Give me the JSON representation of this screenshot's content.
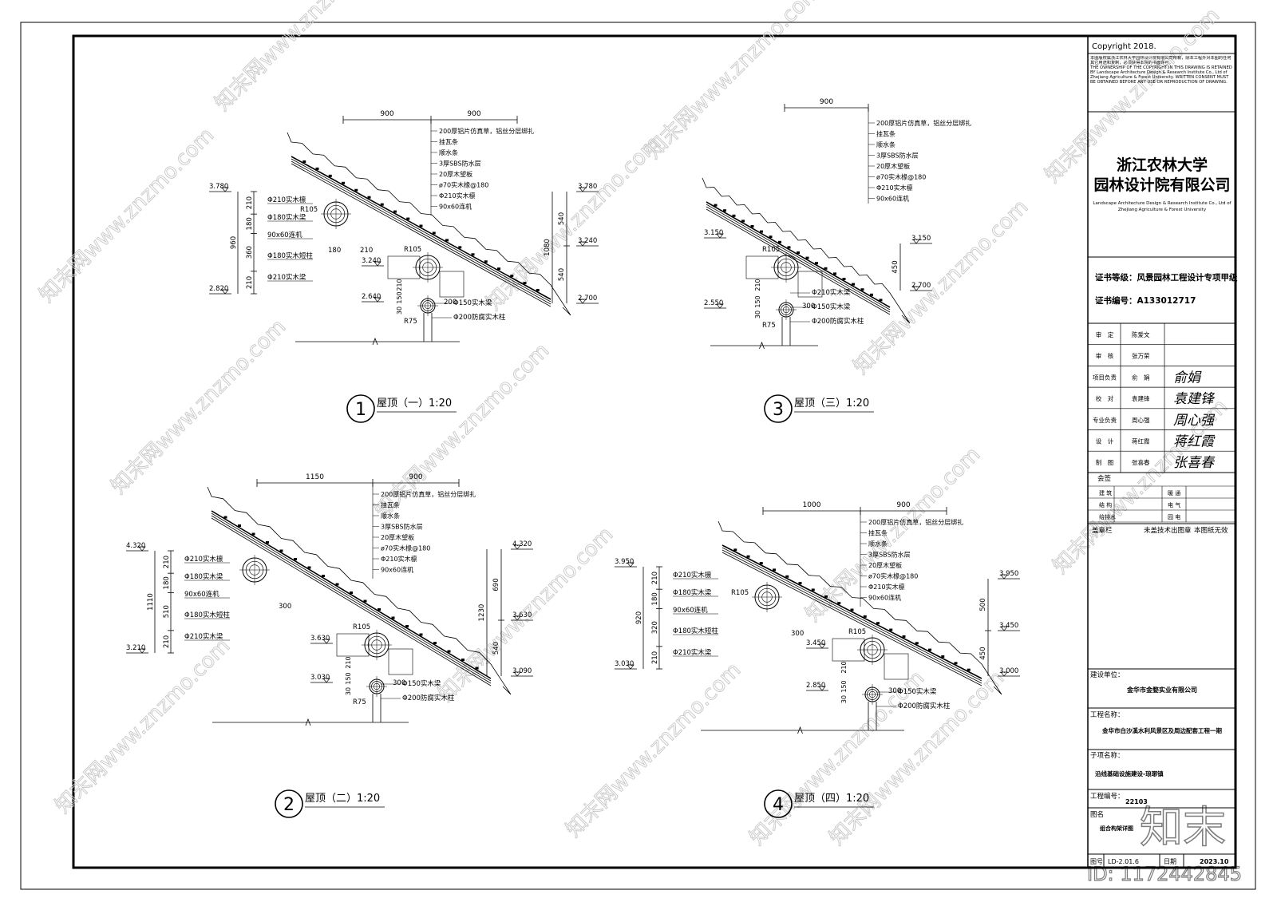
{
  "copyright": "Copyright 2018.",
  "copyright_notice_cn": "本图版权属浙江农林大学园林设计院有限公司所有，除本工程外对本图的任何其它用途和复制，必须获得本院的书面许可。",
  "copyright_notice_en": "THE OWNERSHIP OF THE COPYRIGHT IN THIS DRAWING IS RETAINED BY Landscape Architecture Design & Research Institute Co., Ltd of Zhejiang Agriculture & Forest University. WRITTEN CONSENT MUST BE OBTAINED BEFORE ANY USE OR REPRODUCTION OF DRAWING.",
  "company": {
    "name_line1": "浙江农林大学",
    "name_line2": "园林设计院有限公司",
    "en_line1": "Landscape Architecture Design & Research Institute Co., Ltd of",
    "en_line2": "Zhejiang Agriculture & Forest University"
  },
  "cert": {
    "level": "证书等级：风景园林工程设计专项甲级",
    "number": "证书编号：A133012717"
  },
  "signoff": [
    {
      "role": "审　定",
      "name": "陈爱文",
      "sig": ""
    },
    {
      "role": "审　核",
      "name": "张万荣",
      "sig": ""
    },
    {
      "role": "项目负责",
      "name": "俞　娟",
      "sig": "俞娟"
    },
    {
      "role": "校　对",
      "name": "袁建锋",
      "sig": "袁建锋"
    },
    {
      "role": "专业负责",
      "name": "周心强",
      "sig": "周心强"
    },
    {
      "role": "设　计",
      "name": "蒋红霞",
      "sig": "蒋红霞"
    },
    {
      "role": "制　图",
      "name": "张喜春",
      "sig": "张喜春"
    }
  ],
  "huiqian": {
    "title": "会签",
    "rows": [
      [
        "建 筑",
        "暖 通"
      ],
      [
        "结 构",
        "电 气"
      ],
      [
        "给排水",
        "园 电"
      ]
    ]
  },
  "stamp": {
    "label": "盖章栏",
    "note1": "未盖技术出图章",
    "note2": "本图纸无效"
  },
  "client": {
    "label": "建设单位：",
    "value": "金华市金婺实业有限公司"
  },
  "project": {
    "label": "工程名称：",
    "value": "金华市白沙溪水利风景区及周边配套工程一期"
  },
  "subproject": {
    "label": "子项名称：",
    "value": "沿线基础设施建设-琅琊镇"
  },
  "project_no": {
    "label": "工程编号：",
    "value": "22103"
  },
  "drawing_name": {
    "label": "图名",
    "value": "组合构架详图"
  },
  "drawing_no": {
    "label": "图号",
    "value": "LD-2.01.6"
  },
  "date": {
    "label": "日期",
    "value": "2023.10"
  },
  "watermark": {
    "logo": "知末",
    "id": "ID: 1172442845",
    "repeat": "知末网www.znzmo.com"
  },
  "details": [
    {
      "num": "1",
      "title": "屋顶（一）1:20",
      "dims_top": [
        "900",
        "900"
      ],
      "layers": [
        "200厚铝片仿真草，铝丝分层绑扎",
        "挂瓦条",
        "顺水条",
        "3厚SBS防水层",
        "20厚木望板",
        "ø70实木椽@180",
        "Φ210实木檩",
        "90x60连机"
      ],
      "left_labels": [
        "Φ210实木檩",
        "Φ180实木梁",
        "90x60连机",
        "Φ180实木短柱",
        "Φ210实木梁"
      ],
      "right_labels": [
        "Φ150实木梁",
        "Φ200防腐实木柱"
      ],
      "elev_left_top": "3.780",
      "elev_left_bottom": "2.820",
      "elev_mid": "3.240",
      "elev_low": "2.640",
      "elev_right_top": "3.780",
      "elev_right_mid": "3.240",
      "elev_right_bottom": "2.700",
      "vdims_left": [
        "210",
        "180",
        "360",
        "210"
      ],
      "vdim_left_total": "960",
      "vdims_right": [
        "540",
        "540"
      ],
      "vdim_right_total": "1080",
      "r_top": "R105",
      "r_mid": "R105",
      "r_low": "R75",
      "d180": "180",
      "d210": "210",
      "d200": "200",
      "v210": "210",
      "v150": "150",
      "v30": "30"
    },
    {
      "num": "2",
      "title": "屋顶（二）1:20",
      "dims_top": [
        "1150",
        "900"
      ],
      "layers": [
        "200厚铝片仿真草，铝丝分层绑扎",
        "挂瓦条",
        "顺水条",
        "3厚SBS防水层",
        "20厚木望板",
        "ø70实木椽@180",
        "Φ210实木檩",
        "90x60连机"
      ],
      "left_labels": [
        "Φ210实木檩",
        "Φ180实木梁",
        "90x60连机",
        "Φ180实木短柱",
        "Φ210实木梁"
      ],
      "right_labels": [
        "Φ150实木梁",
        "Φ200防腐实木柱"
      ],
      "elev_left_top": "4.320",
      "elev_left_bottom": "3.210",
      "elev_mid": "3.630",
      "elev_low": "3.030",
      "elev_right_top": "4.320",
      "elev_right_mid": "3.630",
      "elev_right_bottom": "3.090",
      "vdims_left": [
        "210",
        "180",
        "510",
        "210"
      ],
      "vdim_left_total": "1110",
      "vdims_right": [
        "690",
        "540"
      ],
      "vdim_right_total": "1230",
      "r_top": "",
      "r_mid": "R105",
      "r_low": "R75",
      "d180": "",
      "d210": "300",
      "d200": "300",
      "v210": "210",
      "v150": "150",
      "v30": "30"
    },
    {
      "num": "3",
      "title": "屋顶（三）1:20",
      "dims_top": [
        "900"
      ],
      "layers": [
        "200厚铝片仿真草，铝丝分层绑扎",
        "挂瓦条",
        "顺水条",
        "3厚SBS防水层",
        "20厚木望板",
        "ø70实木椽@180",
        "Φ210实木檩",
        "90x60连机"
      ],
      "left_labels": [],
      "right_labels": [
        "Φ210实木梁",
        "Φ150实木梁",
        "Φ200防腐实木柱"
      ],
      "elev_left_top": "3.150",
      "elev_left_bottom": "",
      "elev_mid": "",
      "elev_low": "2.550",
      "elev_right_top": "3.150",
      "elev_right_mid": "",
      "elev_right_bottom": "2.700",
      "vdims_left": [],
      "vdim_left_total": "",
      "vdims_right": [
        "450"
      ],
      "vdim_right_total": "",
      "r_top": "",
      "r_mid": "R105",
      "r_low": "R75",
      "d180": "",
      "d210": "",
      "d200": "300",
      "v210": "210",
      "v150": "150",
      "v30": "30"
    },
    {
      "num": "4",
      "title": "屋顶（四）1:20",
      "dims_top": [
        "1000",
        "900"
      ],
      "layers": [
        "200厚铝片仿真草，铝丝分层绑扎",
        "挂瓦条",
        "顺水条",
        "3厚SBS防水层",
        "20厚木望板",
        "ø70实木椽@180",
        "Φ210实木檩",
        "90x60连机"
      ],
      "left_labels": [
        "Φ210实木檩",
        "Φ180实木梁",
        "90x60连机",
        "Φ180实木短柱",
        "Φ210实木梁"
      ],
      "right_labels": [
        "Φ150实木梁",
        "Φ200防腐实木柱"
      ],
      "elev_left_top": "3.950",
      "elev_left_bottom": "3.030",
      "elev_mid": "3.450",
      "elev_low": "2.850",
      "elev_right_top": "3.950",
      "elev_right_mid": "3.450",
      "elev_right_bottom": "3.000",
      "vdims_left": [
        "210",
        "180",
        "320",
        "210"
      ],
      "vdim_left_total": "920",
      "vdims_right": [
        "500",
        "450"
      ],
      "vdim_right_total": "",
      "r_top": "R105",
      "r_mid": "R105",
      "r_low": "",
      "d180": "",
      "d210": "300",
      "d200": "300",
      "v210": "210",
      "v150": "150",
      "v30": "30"
    }
  ]
}
